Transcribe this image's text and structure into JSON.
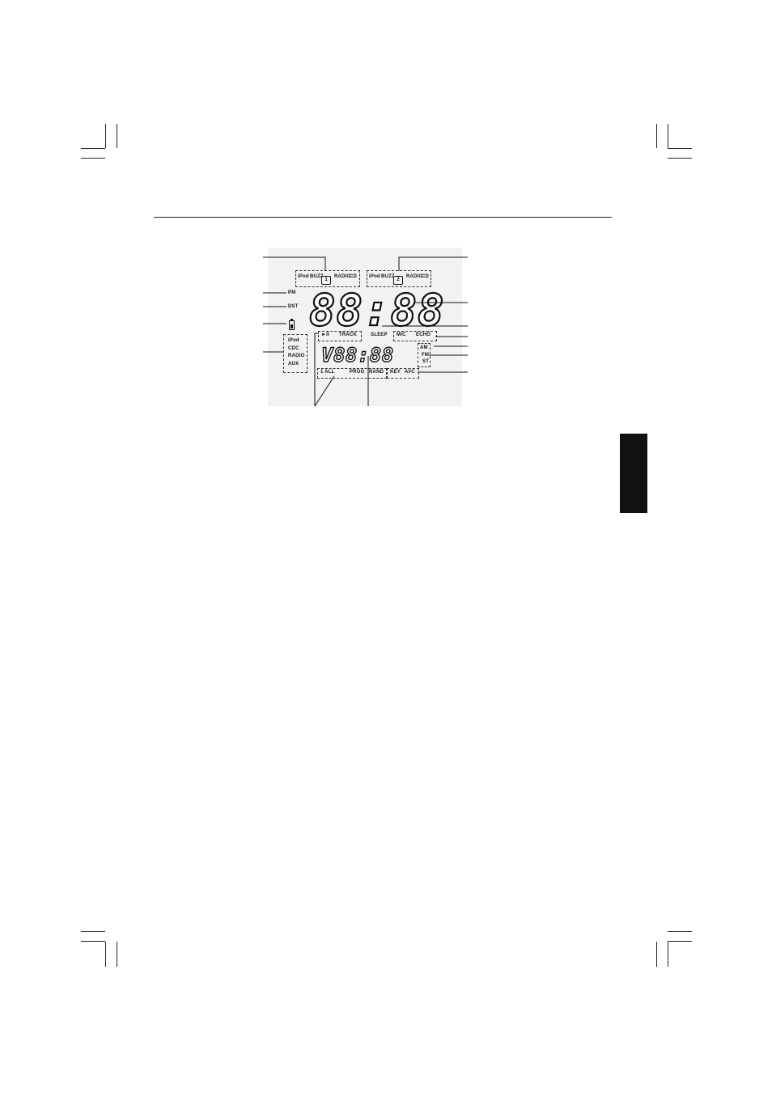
{
  "lcd": {
    "alarm1": {
      "ipod": "iPod",
      "buzz": "BUZZ",
      "number": "1",
      "radio": "RADIO",
      "cd": "CD"
    },
    "alarm2": {
      "ipod": "iPod",
      "buzz": "BUZZ",
      "number": "2",
      "radio": "RADIO",
      "cd": "CD"
    },
    "pm": "PM",
    "dst": "DST",
    "sources": [
      "iPod",
      "CDC",
      "RADIO",
      "AUX"
    ],
    "clock_digits": "88:88",
    "play_pause": "►II",
    "track": "TRACK",
    "sleep": "SLEEP",
    "mic": "MIC",
    "echo": "ECHO",
    "bands": [
      "AM",
      "FM",
      "ST"
    ],
    "sub_digits": "V88:88",
    "repeat_all": "1 ALL",
    "prog": "PROG",
    "rand": "RAND",
    "key": "KEY",
    "avc": "AVC"
  }
}
